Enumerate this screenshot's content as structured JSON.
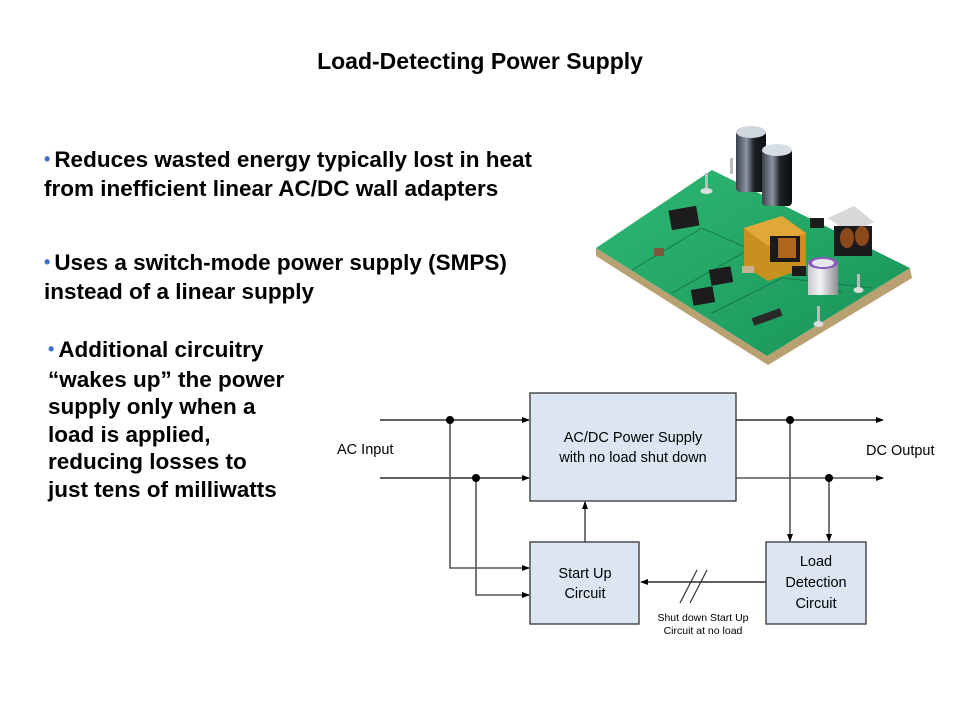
{
  "slide": {
    "title": "Load-Detecting Power Supply",
    "bullets": [
      {
        "text": "Reduces wasted energy typically lost in heat from inefficient linear AC/DC wall adapters"
      },
      {
        "text": "Uses a switch-mode power supply (SMPS) instead of a linear supply"
      },
      {
        "text_lines": [
          "Additional circuitry",
          "“wakes up” the power",
          "supply only when a",
          "load is applied,",
          "reducing losses to",
          "just tens of milliwatts"
        ]
      }
    ],
    "bullet_char": "•",
    "bullet_color": "#3d6fc4"
  },
  "photo": {
    "description": "Green printed circuit board of a switch-mode power supply with electrolytic capacitors, transformer and inductor",
    "board_color": "#1fa060"
  },
  "diagram": {
    "box_fill": "#dce6f2",
    "box_stroke": "#404040",
    "blocks": {
      "power_supply": [
        "AC/DC Power Supply",
        "with no load shut down"
      ],
      "startup": [
        "Start Up",
        "Circuit"
      ],
      "load_detect": [
        "Load",
        "Detection",
        "Circuit"
      ]
    },
    "labels": {
      "ac_input": "AC Input",
      "dc_output": "DC Output",
      "shutdown_note": [
        "Shut down Start Up",
        "Circuit at no load"
      ]
    }
  }
}
